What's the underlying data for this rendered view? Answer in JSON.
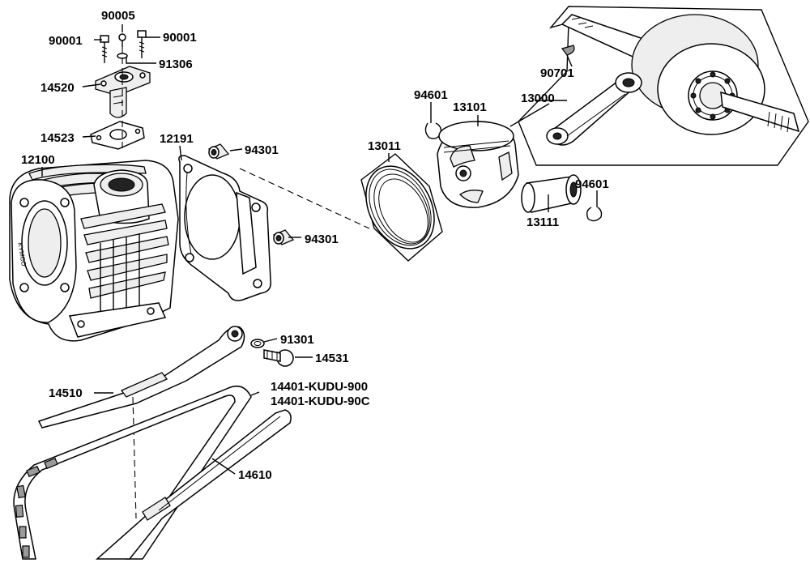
{
  "labels": {
    "p90005": "90005",
    "p90001_left": "90001",
    "p90001_right": "90001",
    "p91306": "91306",
    "p14520": "14520",
    "p14523": "14523",
    "p12100": "12100",
    "p12191": "12191",
    "p94301_top": "94301",
    "p94301_bottom": "94301",
    "p13011": "13011",
    "p94601_left": "94601",
    "p13101": "13101",
    "p13000": "13000",
    "p90701": "90701",
    "p94601_right": "94601",
    "p13111": "13111",
    "p91301": "91301",
    "p14531": "14531",
    "p14510": "14510",
    "p14401_a": "14401-KUDU-900",
    "p14401_b": "14401-KUDU-90C",
    "p14610": "14610"
  },
  "stamp": "KYMCO"
}
